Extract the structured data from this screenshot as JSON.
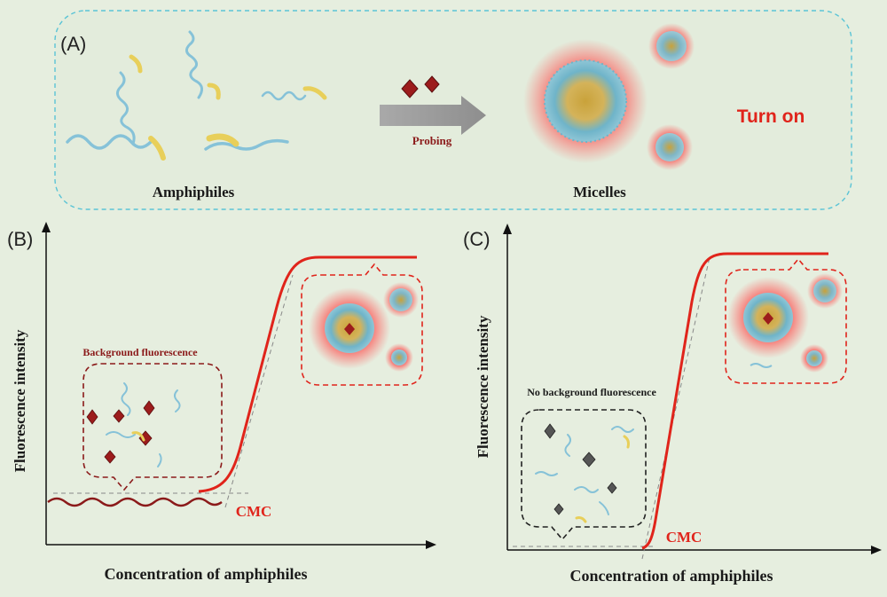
{
  "panel_a": {
    "label": "(A)",
    "amphiphiles_caption": "Amphiphiles",
    "arrow_label": "Probing",
    "micelles_caption": "Micelles",
    "turn_on": "Turn on"
  },
  "panel_b": {
    "label": "(B)",
    "y_axis": "Fluorescence intensity",
    "x_axis": "Concentration of amphiphiles",
    "inset_caption": "Background fluorescence",
    "cmc": "CMC"
  },
  "panel_c": {
    "label": "(C)",
    "y_axis": "Fluorescence intensity",
    "x_axis": "Concentration of amphiphiles",
    "inset_caption": "No background fluorescence",
    "cmc": "CMC"
  },
  "colors": {
    "background": "#e6eedf",
    "curve": "#e0241b",
    "baseline_b": "#8b1a1a",
    "dashed_box_a": "#5bc4d6",
    "probe_red": "#9c1c1c",
    "probe_gray": "#444444"
  }
}
